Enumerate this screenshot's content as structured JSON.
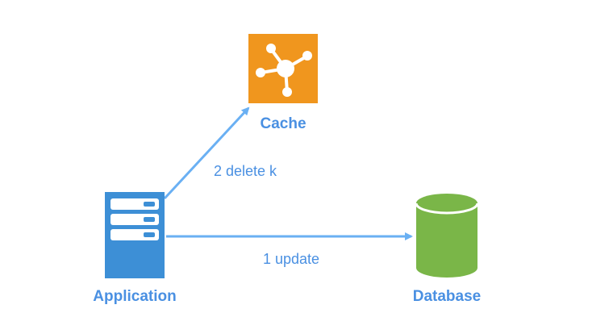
{
  "nodes": {
    "cache": {
      "label": "Cache",
      "icon": "cache-network-icon",
      "color": "#f0961e"
    },
    "application": {
      "label": "Application",
      "icon": "server-icon",
      "color": "#3d8fd6"
    },
    "database": {
      "label": "Database",
      "icon": "database-cylinder-icon",
      "color": "#7ab648"
    }
  },
  "edges": {
    "to_cache": {
      "label": "2 delete k"
    },
    "to_database": {
      "label": "1 update"
    }
  },
  "colors": {
    "label_text": "#4a90e2",
    "edge_line": "#6ab0f3"
  }
}
